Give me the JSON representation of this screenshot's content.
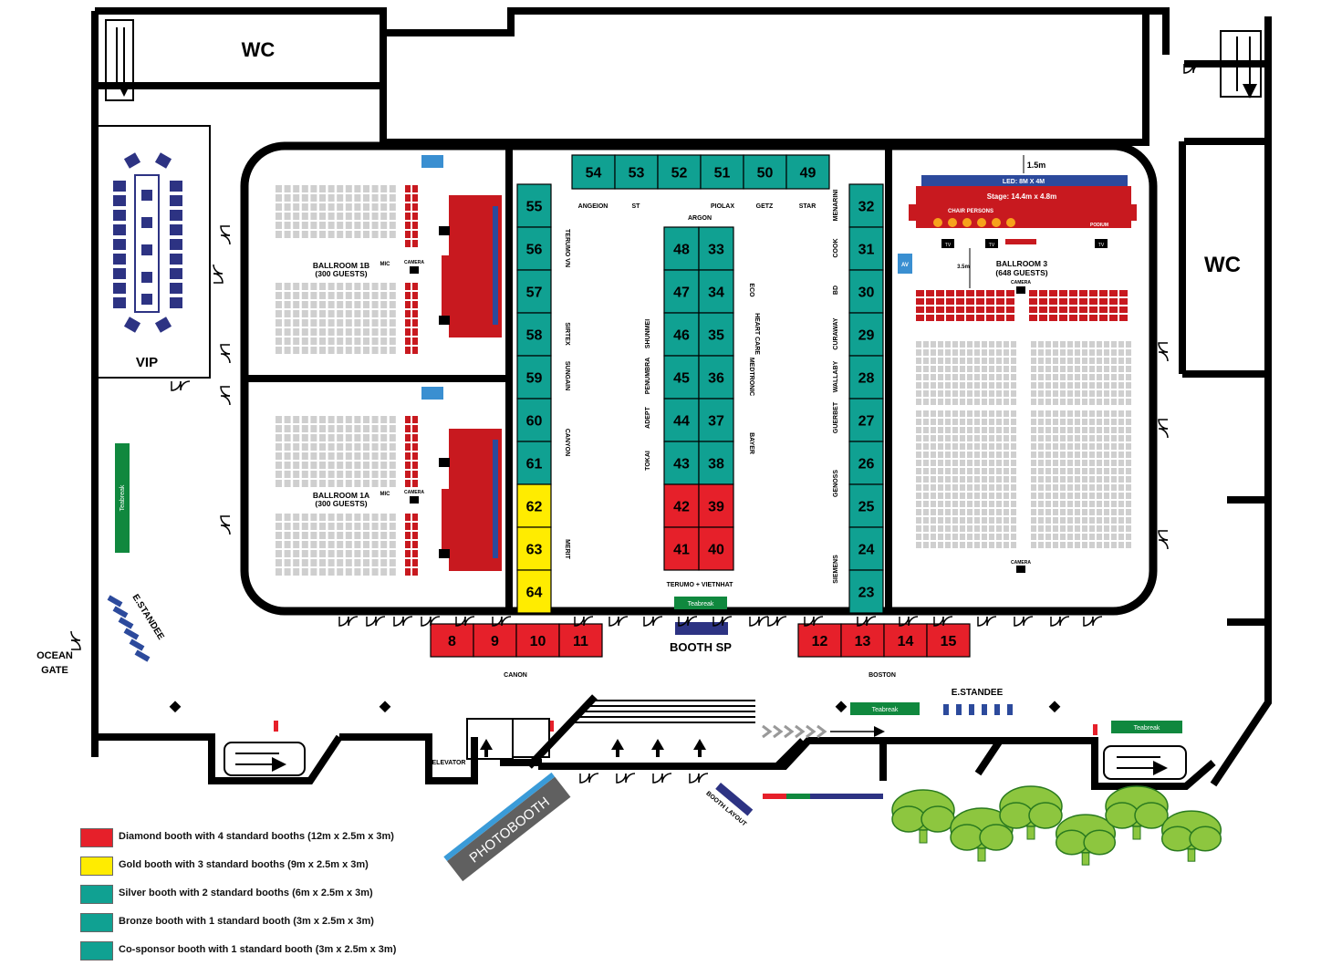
{
  "colors": {
    "diamond": "#e6202a",
    "gold": "#ffec00",
    "silver": "#10a192",
    "seat_grey": "#cfcfcf",
    "seat_red": "#c8191f",
    "navy": "#2d3383",
    "teabreak_green": "#10883e",
    "tree_green": "#8dc63f",
    "blue_stand": "#2c4a9c"
  },
  "rooms": {
    "wc_left": "WC",
    "wc_right": "WC",
    "vip": "VIP",
    "ballroom_1b": "BALLROOM 1B",
    "ballroom_1b_guests": "(300 GUESTS)",
    "ballroom_1a": "BALLROOM 1A",
    "ballroom_1a_guests": "(300 GUESTS)",
    "ballroom_3": "BALLROOM 3",
    "ballroom_3_guests": "(648 GUESTS)",
    "stage_main": "Stage: 14.4m x 4.8m",
    "led_main": "LED: 8M X 4M",
    "chair_persons": "CHAIR PERSONS",
    "podium": "PODIUM",
    "tv": "TV",
    "camera": "CAMERA",
    "mic": "MIC",
    "av": "AV",
    "dim_15": "1.5m",
    "dim_35": "3.5m",
    "ocean_gate_1": "OCEAN",
    "ocean_gate_2": "GATE",
    "elevator": "ELEVATOR",
    "photobooth": "PHOTOBOOTH",
    "booth_layout": "BOOTH LAYOUT",
    "booth_sp": "BOOTH SP",
    "estandee": "E.STANDEE",
    "teabreak": "Teabreak"
  },
  "booths": {
    "top_row": [
      "54",
      "53",
      "52",
      "51",
      "50",
      "49"
    ],
    "left_col": [
      "55",
      "56",
      "57",
      "58",
      "59",
      "60",
      "61"
    ],
    "gold_col": [
      "62",
      "63",
      "64"
    ],
    "center_left": [
      "48",
      "47",
      "46",
      "45",
      "44",
      "43"
    ],
    "center_right": [
      "33",
      "34",
      "35",
      "36",
      "37",
      "38"
    ],
    "center_red_left": [
      "42",
      "41"
    ],
    "center_red_right": [
      "39",
      "40"
    ],
    "right_col": [
      "32",
      "31",
      "30",
      "29",
      "28",
      "27",
      "26",
      "25",
      "24",
      "23"
    ],
    "bottom_left": [
      "8",
      "9",
      "10",
      "11"
    ],
    "bottom_right": [
      "12",
      "13",
      "14",
      "15"
    ]
  },
  "sponsors": {
    "angeion": "ANGEION",
    "st": "ST",
    "piolax": "PIOLAX",
    "getz": "GETZ",
    "star": "STAR",
    "argon": "ARGON",
    "terumo_vn": "TERUMO VN",
    "sirtex": "SIRTEX",
    "sungain": "SUNGAIN",
    "canyon": "CANYON",
    "merit": "MERIT",
    "eco": "ECO",
    "heart_care": "HEART CARE",
    "medtronic": "MEDTRONIC",
    "bayer": "BAYER",
    "shunmei": "SHUNMEI",
    "penumbra": "PENUMBRA",
    "adept": "ADEPT",
    "tokai": "TOKAI",
    "terumo_vietnhat": "TERUMO + VIETNHAT",
    "menarini": "MENARINI",
    "cook": "COOK",
    "bd": "BD",
    "curaway": "CURAWAY",
    "wallaby": "WALLABY",
    "guerbet": "GUERBET",
    "genoss": "GENOSS",
    "siemens": "SIEMENS",
    "canon": "CANON",
    "boston": "BOSTON"
  },
  "legend": [
    {
      "color": "#e6202a",
      "label": "Diamond booth with 4 standard booths (12m x 2.5m x 3m)"
    },
    {
      "color": "#ffec00",
      "label": "Gold booth with 3 standard booths (9m x 2.5m x 3m)"
    },
    {
      "color": "#10a192",
      "label": "Silver booth with 2 standard booths (6m x 2.5m x 3m)"
    },
    {
      "color": "#10a192",
      "label": "Bronze booth with 1 standard booth (3m x 2.5m x 3m)"
    },
    {
      "color": "#10a192",
      "label": "Co-sponsor booth with 1 standard booth (3m x 2.5m x 3m)"
    }
  ]
}
